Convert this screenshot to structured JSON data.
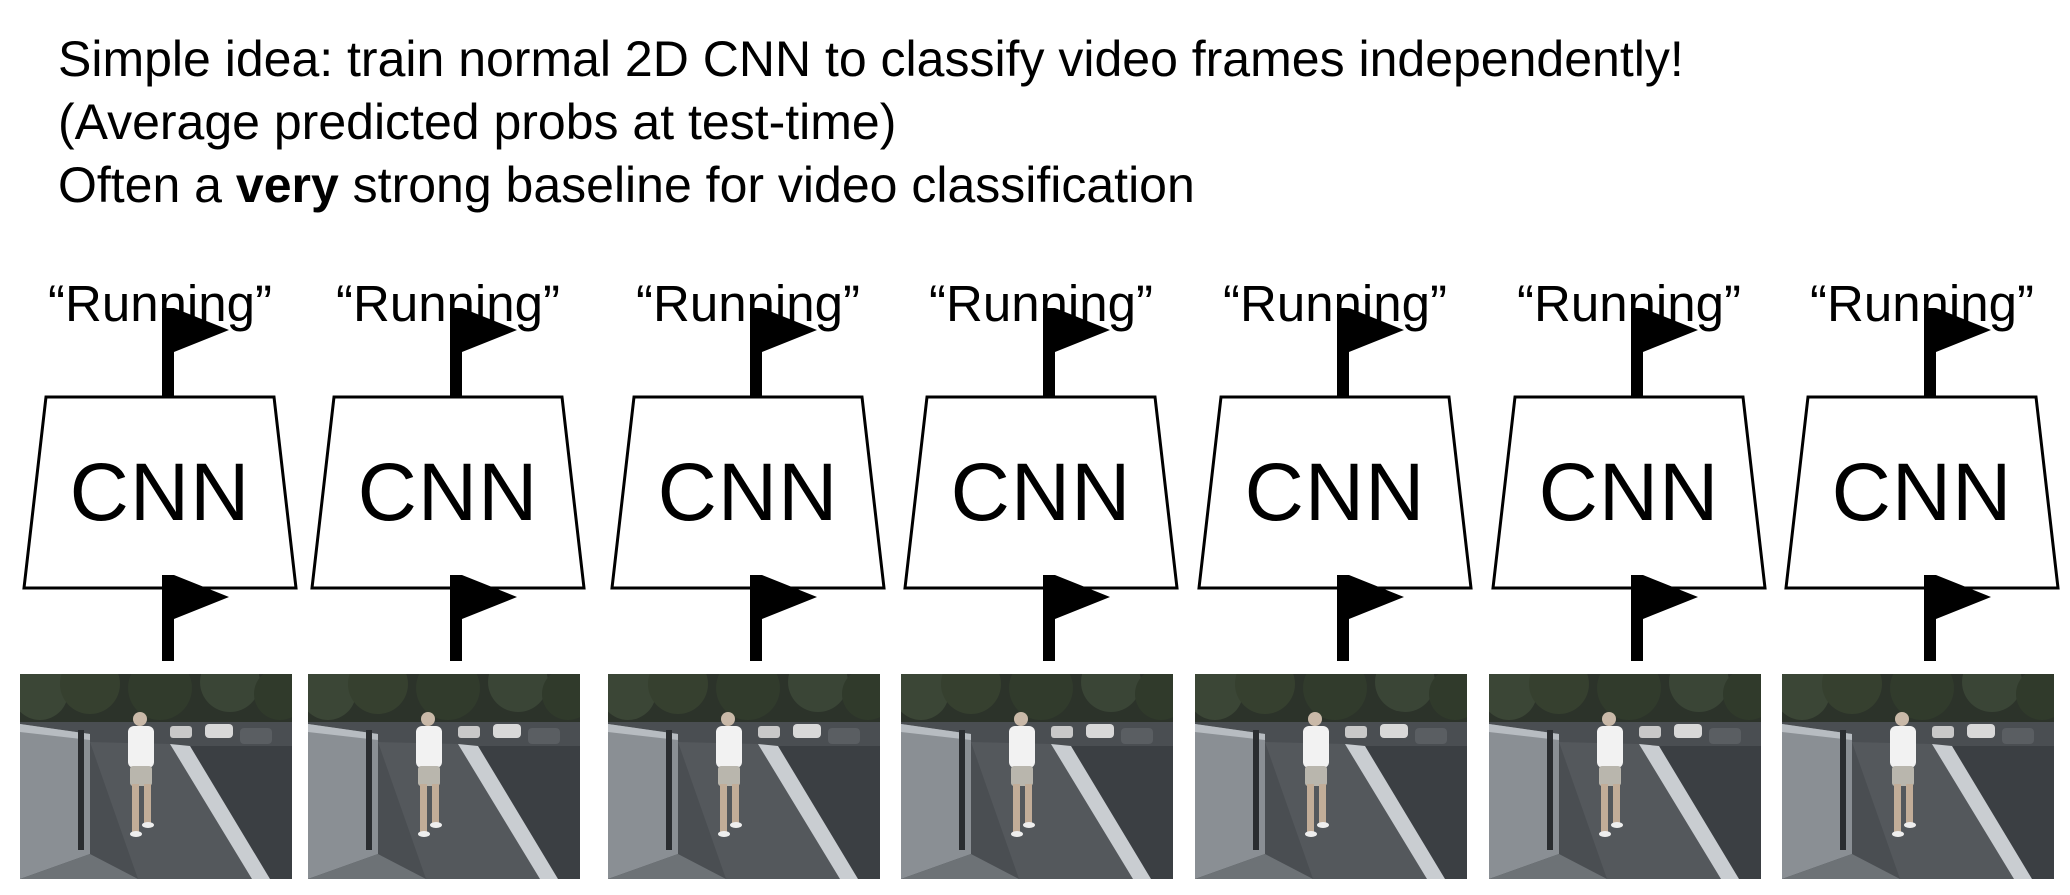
{
  "intro": {
    "line1": "Simple idea: train normal 2D CNN to classify video frames independently!",
    "line2": "(Average predicted probs at test-time)",
    "line3_prefix": "Often a ",
    "line3_bold": "very",
    "line3_suffix": " strong baseline for video classification"
  },
  "frames": [
    {
      "output_label": "“Running”",
      "model_label": "CNN"
    },
    {
      "output_label": "“Running”",
      "model_label": "CNN"
    },
    {
      "output_label": "“Running”",
      "model_label": "CNN"
    },
    {
      "output_label": "“Running”",
      "model_label": "CNN"
    },
    {
      "output_label": "“Running”",
      "model_label": "CNN"
    },
    {
      "output_label": "“Running”",
      "model_label": "CNN"
    },
    {
      "output_label": "“Running”",
      "model_label": "CNN"
    }
  ],
  "icons": {
    "flag": "flag-icon",
    "frame_photo": "video-frame-runner-image"
  },
  "colors": {
    "text": "#000000",
    "background": "#ffffff",
    "box_stroke": "#000000"
  }
}
